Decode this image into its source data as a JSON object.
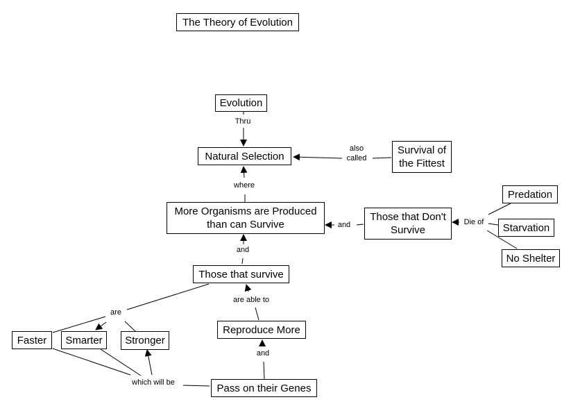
{
  "title": "The Theory of Evolution",
  "nodes": {
    "title": "The Theory of Evolution",
    "evolution": "Evolution",
    "natural_selection": "Natural  Selection",
    "survival_fittest": "Survival of\nthe Fittest",
    "more_organisms": "More Organisms are Produced\nthan can Survive",
    "dont_survive": "Those that Don't\nSurvive",
    "predation": "Predation",
    "starvation": "Starvation",
    "no_shelter": "No Shelter",
    "those_survive": "Those that survive",
    "reproduce_more": "Reproduce More",
    "faster": "Faster",
    "smarter": "Smarter",
    "stronger": "Stronger",
    "pass_genes": "Pass on their Genes"
  },
  "links": {
    "thru": "Thru",
    "also_called": "also\ncalled",
    "where": "where",
    "and_dont": "and",
    "die_of": "Die of",
    "and_survive": "and",
    "are": "are",
    "are_able_to": "are able to",
    "and_genes": "and",
    "which_will_be": "which will be"
  }
}
